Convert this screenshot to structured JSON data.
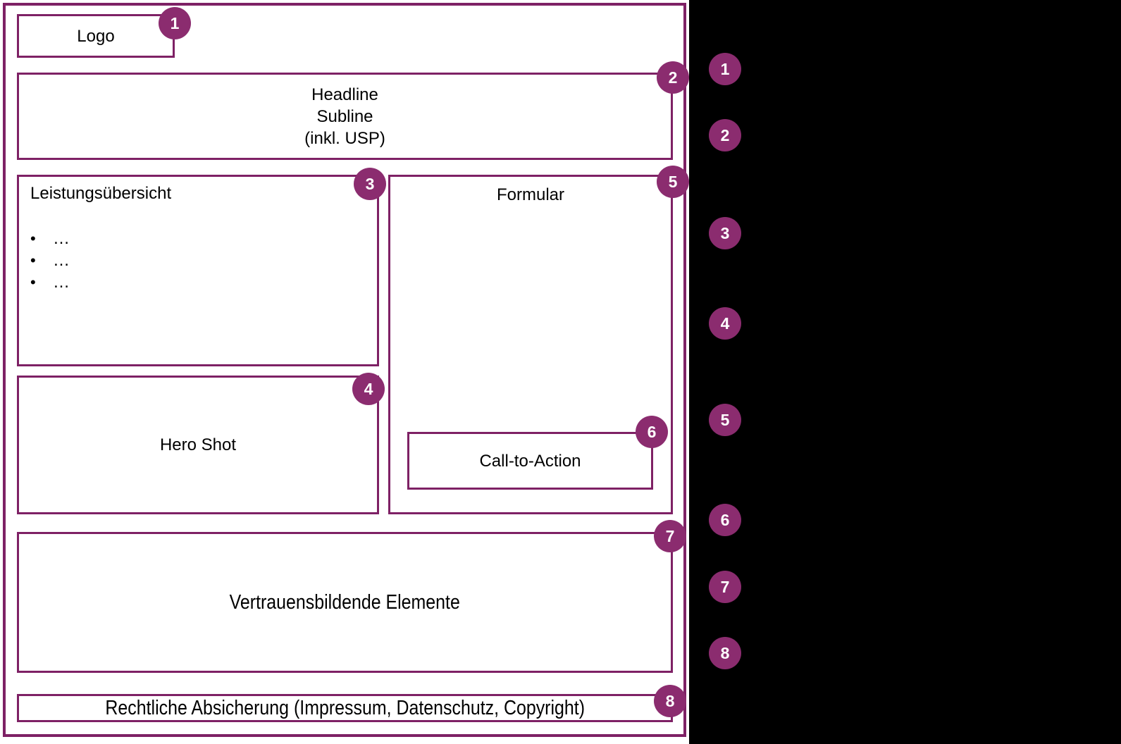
{
  "wireframe": {
    "logo": {
      "number": "1",
      "label": "Logo"
    },
    "headline": {
      "number": "2",
      "lines": [
        "Headline",
        "Subline",
        "(inkl. USP)"
      ]
    },
    "services": {
      "number": "3",
      "title": "Leistungsübersicht",
      "bullet_char": "•",
      "bullets": [
        "…",
        "…",
        "…"
      ]
    },
    "hero": {
      "number": "4",
      "label": "Hero Shot"
    },
    "form": {
      "number": "5",
      "title": "Formular"
    },
    "cta": {
      "number": "6",
      "label": "Call-to-Action"
    },
    "trust": {
      "number": "7",
      "label": "Vertrauensbildende Elemente"
    },
    "legal": {
      "number": "8",
      "label": "Rechtliche Absicherung (Impressum, Datenschutz, Copyright)"
    }
  },
  "legend": {
    "numbers": [
      "1",
      "2",
      "3",
      "4",
      "5",
      "6",
      "7",
      "8"
    ]
  },
  "colors": {
    "outline": "#7E2165",
    "badge": "#8B2C6F",
    "panel": "#000000",
    "sheet": "#FFFFFF",
    "text": "#000000"
  }
}
